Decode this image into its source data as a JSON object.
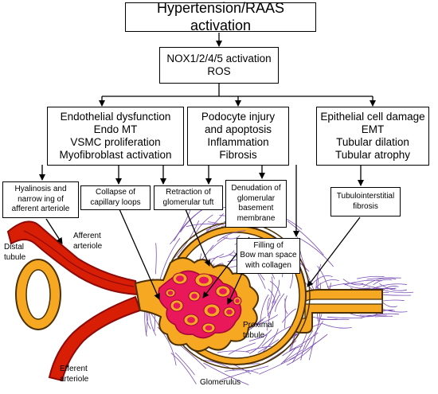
{
  "top_box": {
    "label": "Hypertension/RAAS activation"
  },
  "nox_box": {
    "lines": [
      "NOX1/2/4/5 activation",
      "ROS"
    ]
  },
  "effect_boxes": [
    {
      "lines": [
        "Endothelial dysfunction",
        "Endo MT",
        "VSMC proliferation",
        "Myofibroblast activation"
      ]
    },
    {
      "lines": [
        "Podocyte injury",
        "and apoptosis",
        "Inflammation",
        "Fibrosis"
      ]
    },
    {
      "lines": [
        "Epithelial cell damage",
        "EMT",
        "Tubular dilation",
        "Tubular atrophy"
      ]
    }
  ],
  "lesion_boxes": [
    {
      "lines": [
        "Hyalinosis and",
        "narrow ing of",
        "afferent arteriole"
      ]
    },
    {
      "lines": [
        "Collapse of",
        "capillary loops"
      ]
    },
    {
      "lines": [
        "Retraction of",
        "glomerular tuft"
      ]
    },
    {
      "lines": [
        "Denudation of",
        "glomerular",
        "basement",
        "membrane"
      ]
    },
    {
      "lines": [
        "Filling of",
        "Bow man space",
        "with collagen"
      ]
    },
    {
      "lines": [
        "Tubulointerstitial",
        "fibrosis"
      ]
    }
  ],
  "anatomy_labels": {
    "distal_tubule": [
      "Distal",
      "tubule"
    ],
    "afferent_arteriole": [
      "Afferent",
      "arteriole"
    ],
    "efferent_arteriole": [
      "Efferent",
      "arteriole"
    ],
    "proximal_tubule": [
      "Proximal",
      "tubule"
    ],
    "glomerulus": [
      "Glomerulus"
    ]
  },
  "colors": {
    "vessel_red": "#d81e05",
    "vessel_dark": "#8c0a0a",
    "tubule_orange": "#f7a823",
    "tubule_border": "#4a3000",
    "capillary_pink": "#e8185a",
    "capillary_dark": "#a30838",
    "fibrosis_purple": "#7a4fb5"
  }
}
